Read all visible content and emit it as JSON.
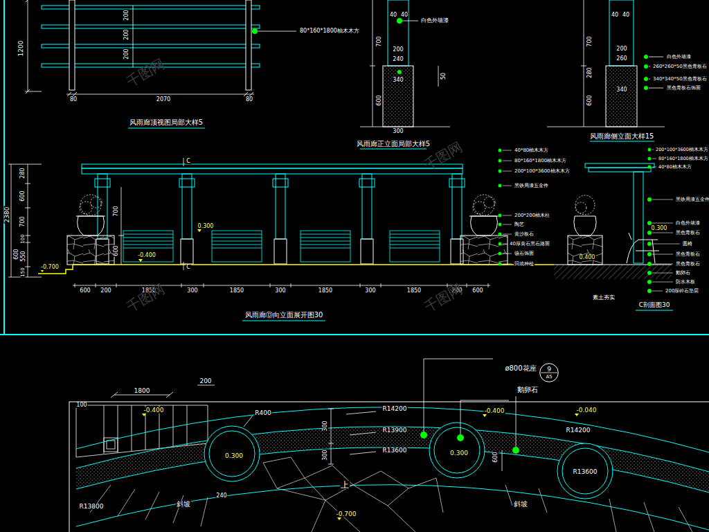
{
  "diagram": {
    "nodes": [
      {
        "text": [
          "9",
          "A5"
        ]
      }
    ],
    "labels": [
      "1200",
      "200",
      "200",
      "200",
      "80*160*1800柚木木方",
      "80",
      "2070",
      "80",
      "风雨廊顶视图局部大样5",
      "40",
      "40",
      "白色外墙漆",
      "700",
      "200",
      "240",
      "340",
      "50",
      "600",
      "300",
      "风雨廊正立面局部大样5",
      "40",
      "40",
      "700",
      "200",
      "白色外墙漆",
      "260",
      "260*260*50黑色青板石",
      "280",
      "340*340*50黑色青板石",
      "340",
      "黑色青板石饰面",
      "600",
      "风雨廊侧立面大样15",
      "2380",
      "280",
      "600",
      "700",
      "100",
      "600",
      "550",
      "150",
      "700",
      "600",
      "0.300",
      "-0.400",
      "-0.700",
      "600",
      "200",
      "1850",
      "300",
      "1850",
      "300",
      "1850",
      "300",
      "1850",
      "200",
      "600",
      "C",
      "C",
      "40*80柚木木方",
      "80*160*1800柚木木方",
      "200*100*3600柚木木方",
      "黑铁局漆五金件",
      "200*200柚木柱",
      "陶艺",
      "黄沙板石",
      "40厚黄石黑石路面",
      "镶石饰面",
      "回填种植",
      "风雨廊Ⓓ向立面展开图30",
      "200*100*3600柚木木方",
      "80*160*1800柚木木方",
      "40*80柚木木方",
      "黑铁局漆五金件",
      "白色外墙漆",
      "黑色青板石",
      "圆椅",
      "黑色青板石",
      "黑色青板石",
      "鹅卵石",
      "防水木板",
      "200厚碎石垫层",
      "0.400",
      "0.300",
      "素土夯实",
      "C剖面图30",
      "1800",
      "200",
      "100",
      "-0.400",
      "R400",
      "R14200",
      "R13900",
      "R13600",
      "300",
      "300",
      "0.300",
      "0.300",
      "ø800花座",
      "鹅卵石",
      "-0.400",
      "-0.040",
      "R14200",
      "600",
      "R13600",
      "R13800",
      "斜坡",
      "240",
      "上",
      "-0.700",
      "斜坡",
      "千图网",
      "千图网",
      "千图网",
      "千图网"
    ]
  }
}
